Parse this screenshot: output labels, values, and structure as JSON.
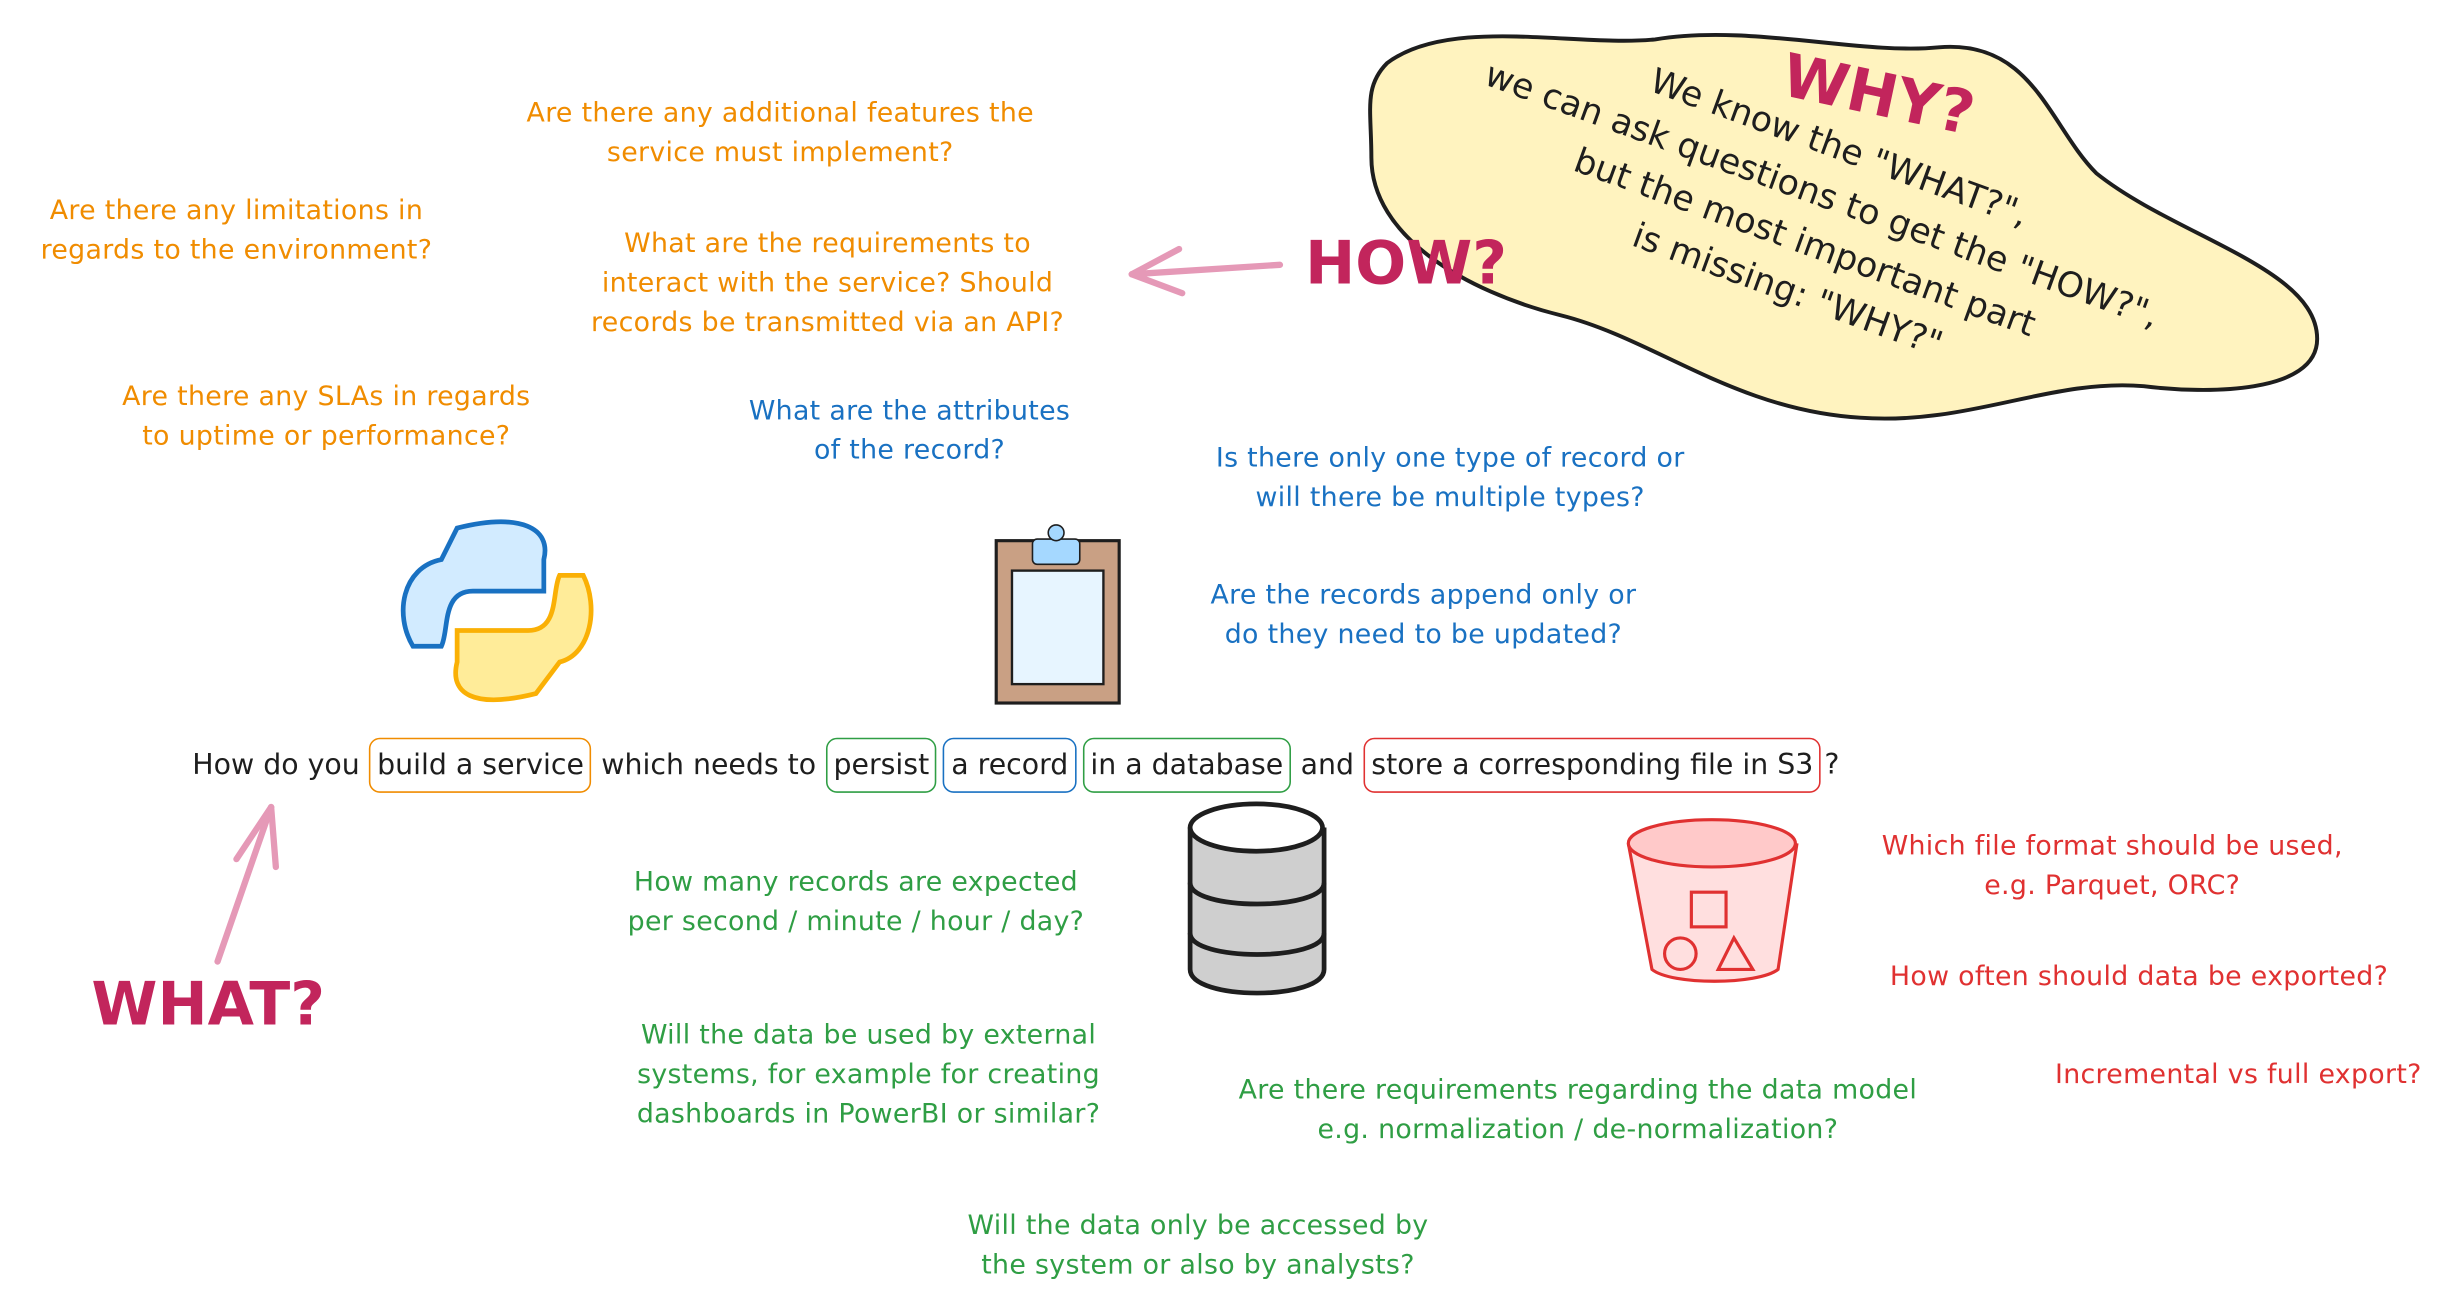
{
  "colors": {
    "orange": "#f08c00",
    "blue": "#1971c2",
    "green": "#2f9e44",
    "red": "#e03131",
    "accent": "#c2255c",
    "cloud": "#fff3bf"
  },
  "labels": {
    "how": "HOW?",
    "what": "WHAT?",
    "why": "WHY?"
  },
  "cloud": {
    "lines": [
      "We know the \"WHAT?\",",
      "we can ask questions to get the \"HOW?\",",
      "but the most important part",
      "is missing: \"WHY?\""
    ]
  },
  "questions": {
    "orange": [
      [
        "Are there any additional features the",
        "service must implement?"
      ],
      [
        "Are there any limitations in",
        "regards to the environment?"
      ],
      [
        "What are the requirements to",
        "interact with the service? Should",
        "records be transmitted via an API?"
      ],
      [
        "Are there any SLAs in regards",
        "to uptime or performance?"
      ]
    ],
    "blue": [
      [
        "What are the attributes",
        "of the record?"
      ],
      [
        "Is there only one type of record or",
        "will there be multiple types?"
      ],
      [
        "Are the records append only or",
        "do they need to be updated?"
      ]
    ],
    "green": [
      [
        "How many records are expected",
        "per second / minute / hour / day?"
      ],
      [
        "Will the data be used by external",
        "systems, for example for creating",
        "dashboards in PowerBI or similar?"
      ],
      [
        "Are there requirements regarding the data model",
        "e.g. normalization / de-normalization?"
      ],
      [
        "Will the data only be accessed by",
        "the system or also by analysts?"
      ]
    ],
    "red": [
      [
        "Which file format should be used,",
        "e.g. Parquet, ORC?"
      ],
      [
        "How often should data be exported?"
      ],
      [
        "Incremental vs full export?"
      ]
    ]
  },
  "sentence": {
    "s0": "How do you",
    "s1": "build a service",
    "s2": "which needs to",
    "s3": "persist",
    "s4": "a record",
    "s5": "in a database",
    "s6": "and",
    "s7": "store a corresponding file in S3",
    "s8": "?"
  },
  "icons": [
    "python-logo-icon",
    "clipboard-icon",
    "database-icon",
    "s3-bucket-icon",
    "arrow-icon"
  ]
}
